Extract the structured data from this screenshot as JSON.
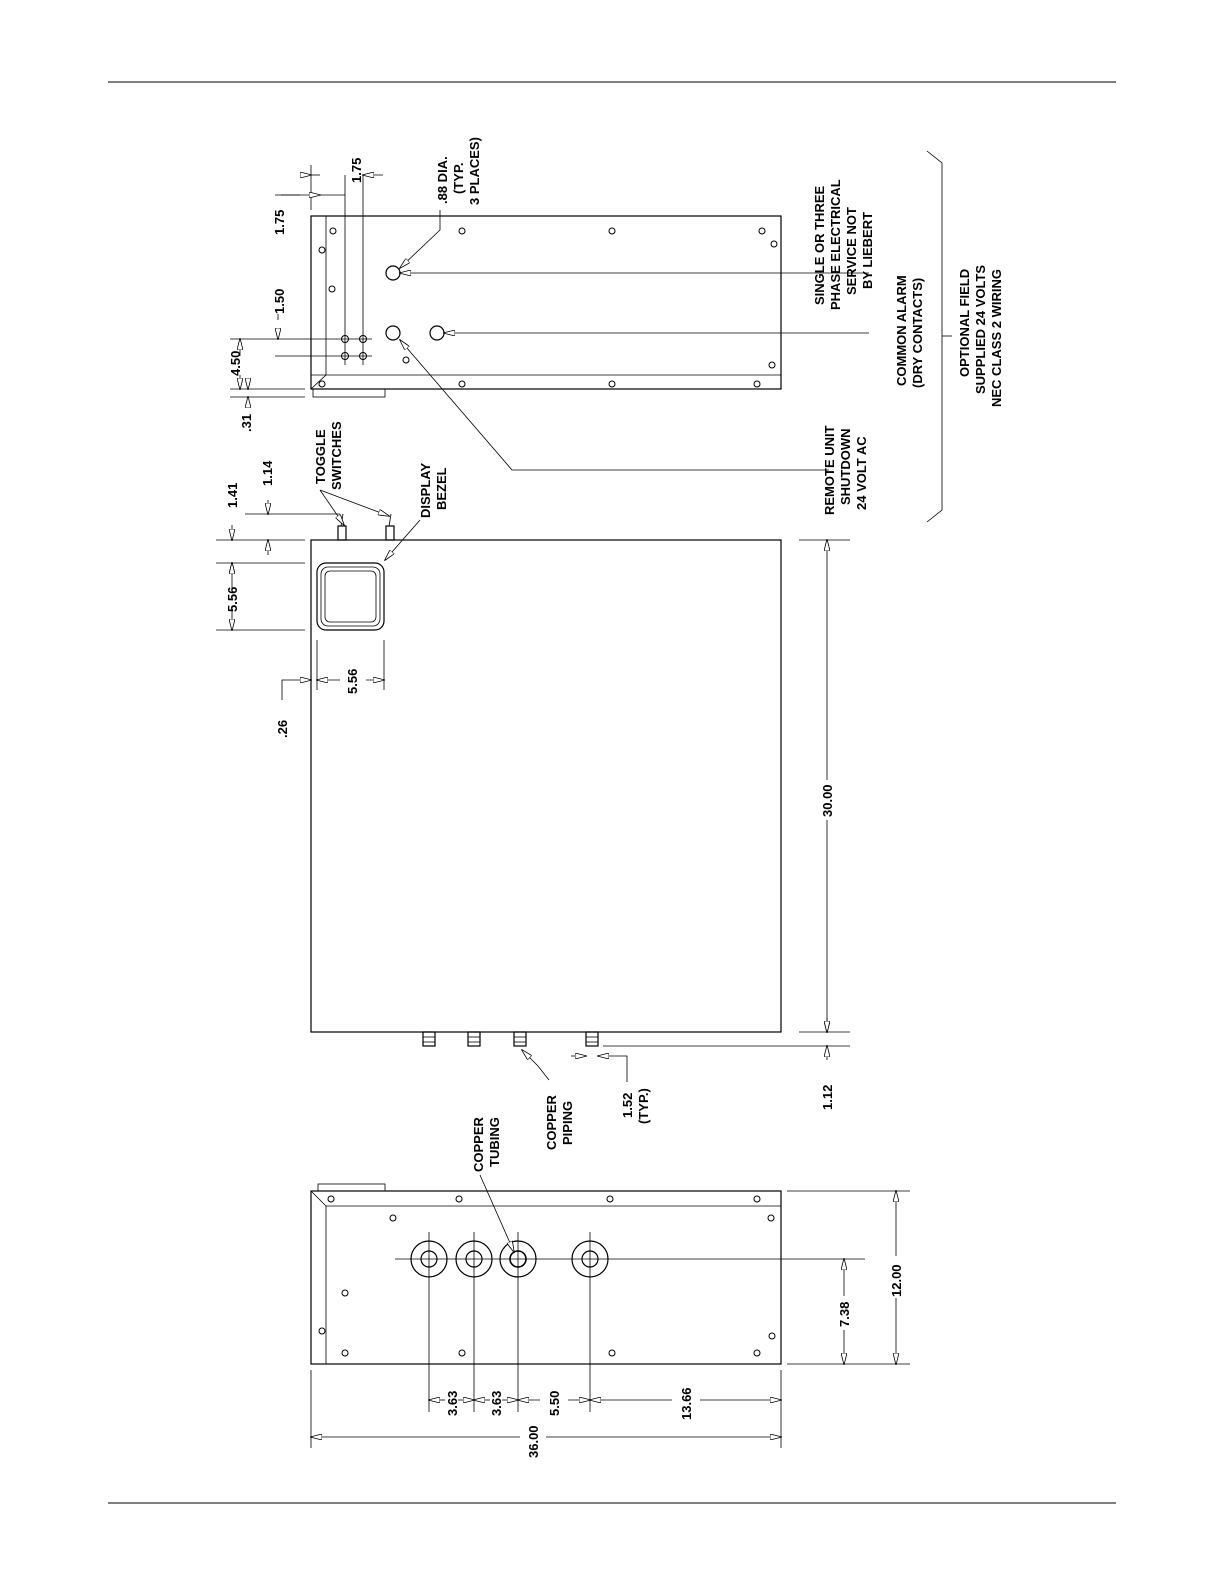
{
  "drawing": {
    "top_panel": {
      "callouts": {
        "hole_dia_line1": ".88 DIA.",
        "hole_dia_line2": "(TYP.",
        "hole_dia_line3": "3 PLACES)",
        "service_line1": "SINGLE OR THREE",
        "service_line2": "PHASE ELECTRICAL",
        "service_line3": "SERVICE NOT",
        "service_line4": "BY LIEBERT",
        "alarm_line1": "COMMON ALARM",
        "alarm_line2": "(DRY CONTACTS)",
        "optional_line1": "OPTIONAL FIELD",
        "optional_line2": "SUPPLIED 24 VOLTS",
        "optional_line3": "NEC CLASS 2 WIRING",
        "remote_line1": "REMOTE UNIT",
        "remote_line2": "SHUTDOWN",
        "remote_line3": "24 VOLT AC"
      },
      "dimensions": {
        "d_1_75_a": "1.75",
        "d_1_75_b": "1.75",
        "d_1_50": "1.50",
        "d_4_50": "4.50",
        "d_0_31": ".31"
      }
    },
    "front_view": {
      "callouts": {
        "toggle_line1": "TOGGLE",
        "toggle_line2": "SWITCHES",
        "display_line1": "DISPLAY",
        "display_line2": "BEZEL",
        "copper_piping_line1": "COPPER",
        "copper_piping_line2": "PIPING"
      },
      "dimensions": {
        "d_1_41": "1.41",
        "d_1_14": "1.14",
        "d_5_56_v": "5.56",
        "d_5_56_h": "5.56",
        "d_0_26": ".26",
        "d_30_00": "30.00",
        "d_1_12": "1.12",
        "d_1_52_line1": "1.52",
        "d_1_52_line2": "(TYP.)"
      }
    },
    "bottom_panel": {
      "callouts": {
        "copper_tubing_line1": "COPPER",
        "copper_tubing_line2": "TUBING"
      },
      "dimensions": {
        "d_3_63_a": "3.63",
        "d_3_63_b": "3.63",
        "d_5_50": "5.50",
        "d_13_66": "13.66",
        "d_36_00": "36.00",
        "d_7_38": "7.38",
        "d_12_00": "12.00"
      }
    }
  }
}
